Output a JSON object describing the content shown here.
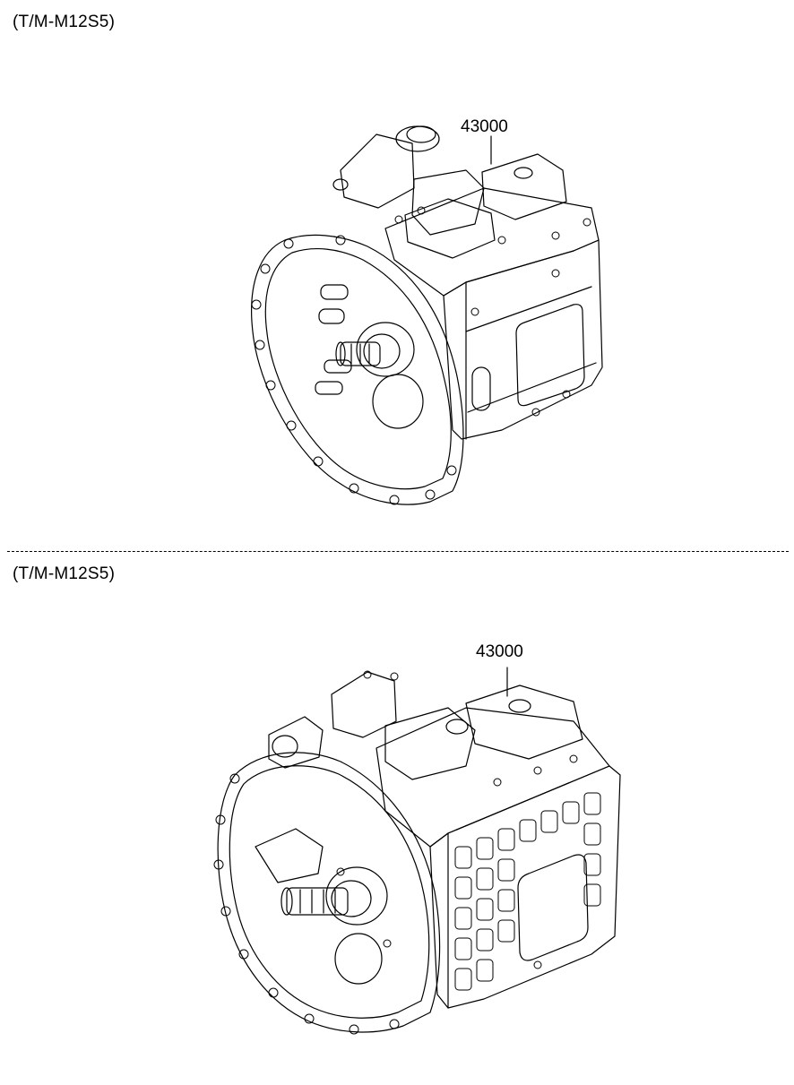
{
  "sections": [
    {
      "label": "(T/M-M12S5)",
      "part_number": "43000"
    },
    {
      "label": "(T/M-M12S5)",
      "part_number": "43000"
    }
  ]
}
